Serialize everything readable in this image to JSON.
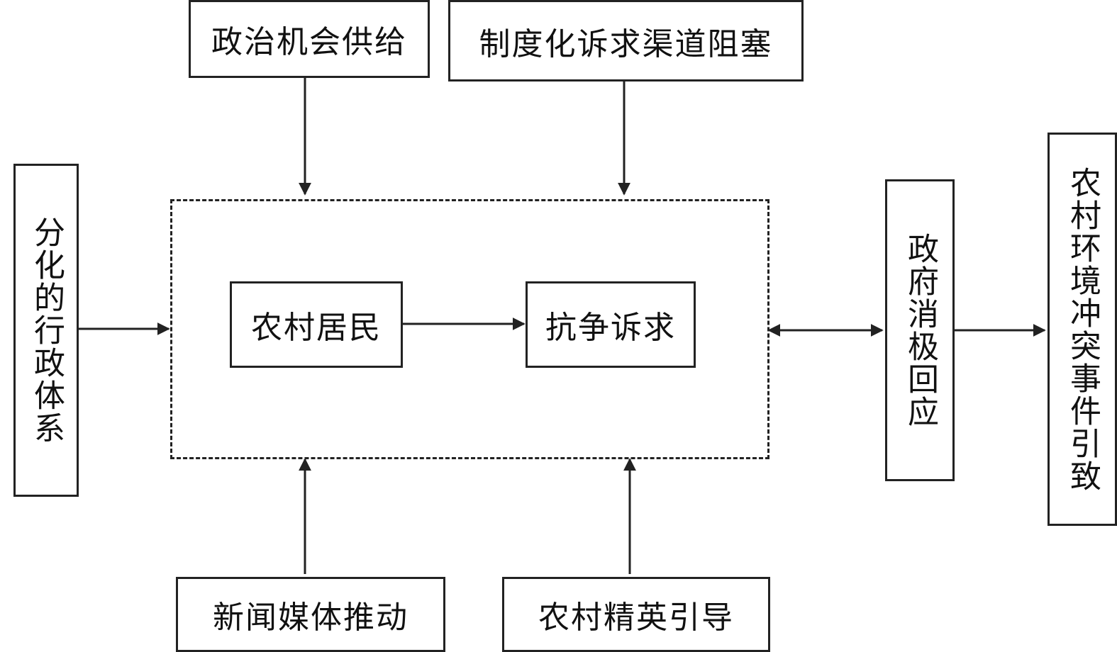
{
  "diagram": {
    "top_left": "政治机会供给",
    "top_right": "制度化诉求渠道阻塞",
    "left": "分化的行政体系",
    "bottom_left": "新闻媒体推动",
    "bottom_right": "农村精英引导",
    "center_left": "农村居民",
    "center_right": "抗争诉求",
    "government": "政府消极回应",
    "outcome": "农村环境冲突事件引致"
  }
}
